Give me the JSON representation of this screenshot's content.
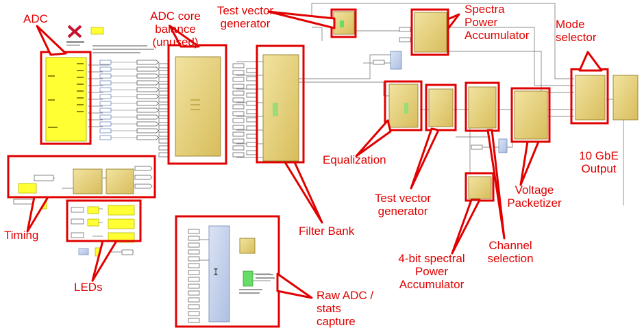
{
  "labels": {
    "adc": "ADC",
    "adc_core_balance": [
      "ADC core",
      "balance",
      "(unused)"
    ],
    "test_vector_generator_top": [
      "Test vector",
      "generator"
    ],
    "spectra_power_accumulator": [
      "Spectra",
      "Power",
      "Accumulator"
    ],
    "mode_selector": [
      "Mode",
      "selector"
    ],
    "equalization": "Equalization",
    "test_vector_generator_mid": [
      "Test vector",
      "generator"
    ],
    "ten_gbe_output": [
      "10 GbE",
      "Output"
    ],
    "voltage_packetizer": [
      "Voltage",
      "Packetizer"
    ],
    "timing": "Timing",
    "filter_bank": "Filter Bank",
    "channel_selection": [
      "Channel",
      "selection"
    ],
    "four_bit_spectral": [
      "4-bit spectral",
      "Power",
      "Accumulator"
    ],
    "leds": "LEDs",
    "raw_adc_stats": [
      "Raw ADC /",
      "stats",
      "capture"
    ]
  },
  "colors": {
    "callout": "#e00000",
    "block_fill": "#ecd88a",
    "block_fill_dark": "#d9c060",
    "adc_yellow": "#ffff33",
    "adc_stroke": "#b8b800",
    "mux_blue": "#c7d3ec",
    "wire": "#555555",
    "port_white": "#ffffff",
    "logo_red": "#c8102e",
    "green_scope": "#66dd66"
  }
}
